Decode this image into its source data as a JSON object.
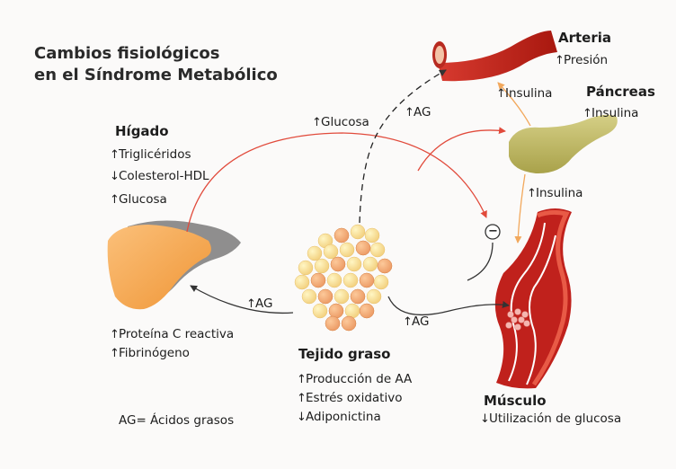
{
  "title": {
    "line1": "Cambios fisiológicos",
    "line2": "en el Síndrome Metabólico"
  },
  "liver": {
    "name": "Hígado",
    "effects": [
      {
        "dir": "up",
        "text": "Triglicéridos"
      },
      {
        "dir": "down",
        "text": "Colesterol-HDL"
      },
      {
        "dir": "up",
        "text": "Glucosa"
      }
    ],
    "markers": [
      {
        "dir": "up",
        "text": "Proteína C reactiva"
      },
      {
        "dir": "up",
        "text": "Fibrinógeno"
      }
    ]
  },
  "adipose": {
    "name": "Tejido graso",
    "effects": [
      {
        "dir": "up",
        "text": "Producción de AA"
      },
      {
        "dir": "up",
        "text": "Estrés oxidativo"
      },
      {
        "dir": "down",
        "text": "Adiponictina"
      }
    ]
  },
  "artery": {
    "name": "Arteria",
    "effect": {
      "dir": "up",
      "text": "Presión"
    }
  },
  "pancreas": {
    "name": "Páncreas",
    "effect": {
      "dir": "up",
      "text": "Insulina"
    }
  },
  "muscle": {
    "name": "Músculo",
    "effect": {
      "dir": "down",
      "text": "Utilización de glucosa"
    }
  },
  "arrow_labels": {
    "glucose": {
      "dir": "up",
      "text": "Glucosa"
    },
    "ag_artery": {
      "dir": "up",
      "text": "AG"
    },
    "ag_liver": {
      "dir": "up",
      "text": "AG"
    },
    "ag_muscle": {
      "dir": "up",
      "text": "AG"
    },
    "insulin_artery": {
      "dir": "up",
      "text": "Insulina"
    },
    "insulin_muscle": {
      "dir": "up",
      "text": "Insulina"
    },
    "inhibition": "−"
  },
  "legend": "AG= Ácidos grasos",
  "colors": {
    "liver": "#f6a54a",
    "liver_shadow": "#8f8e8e",
    "fat": "#f6d890",
    "fat_dark": "#f0a370",
    "artery": "#c8261d",
    "pancreas": "#c3bd6a",
    "muscle": "#c0211c",
    "insulin_arrow": "#f2a85c",
    "red_arrow": "#e14a3b",
    "dark_arrow": "#333333"
  }
}
